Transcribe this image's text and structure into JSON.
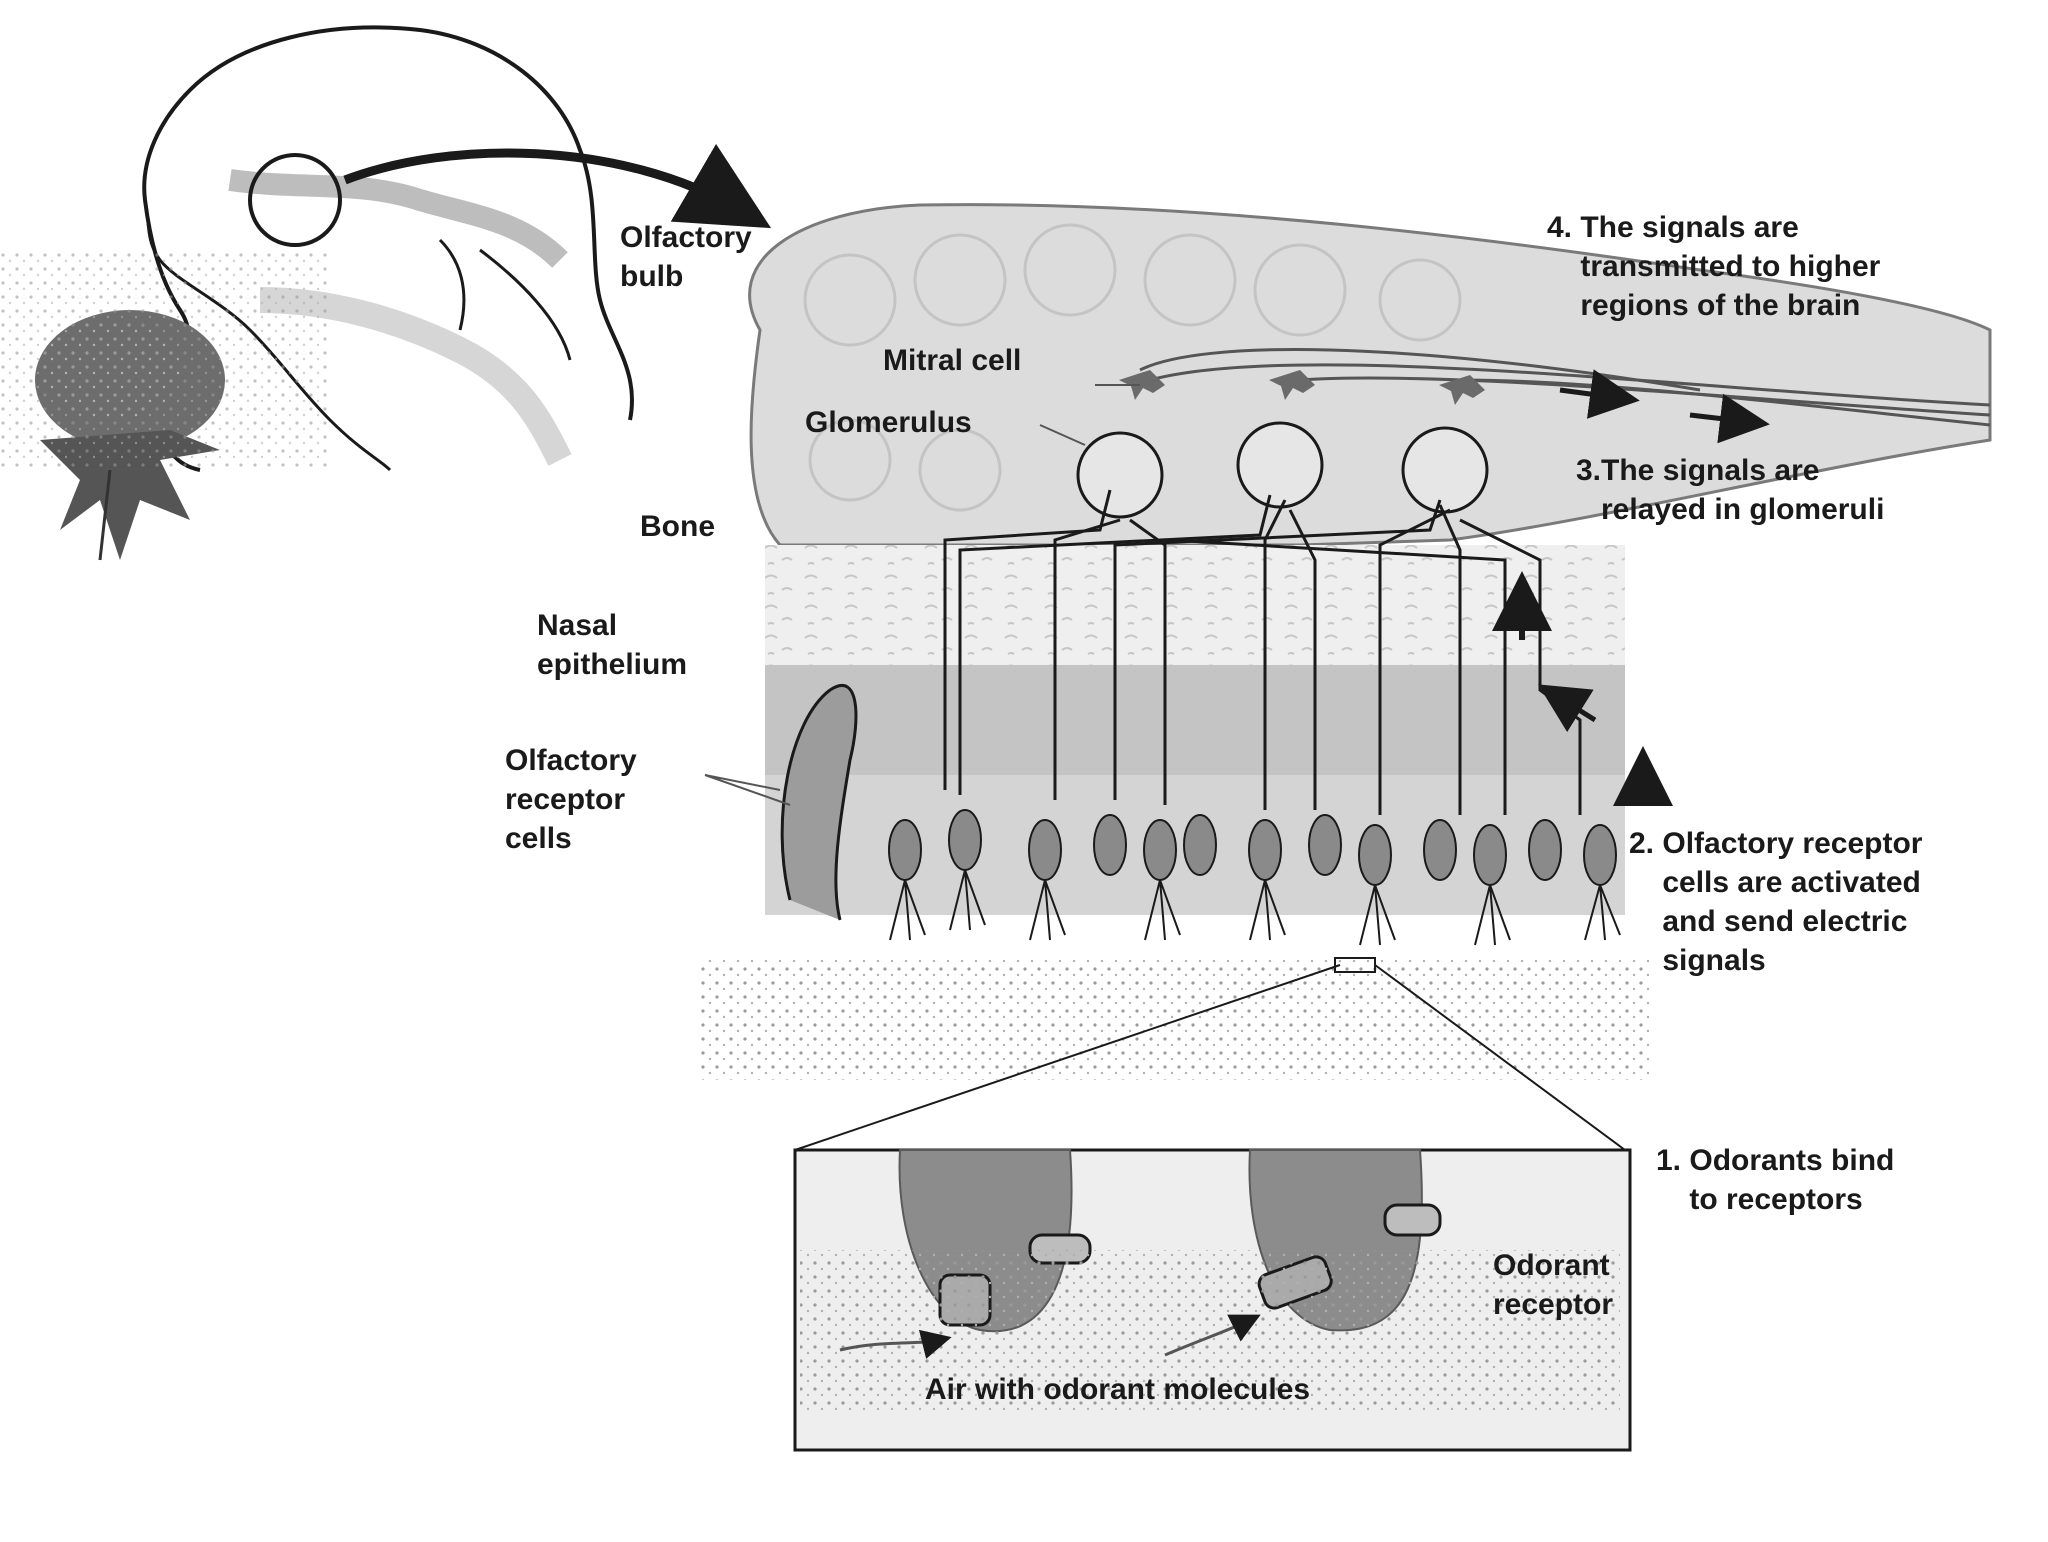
{
  "labels": {
    "olfactory_bulb": "Olfactory\nbulb",
    "mitral_cell": "Mitral cell",
    "glomerulus": "Glomerulus",
    "bone": "Bone",
    "nasal_epithelium": "Nasal\nepithelium",
    "olfactory_receptor_cells": "Olfactory\nreceptor\ncells",
    "odorant_receptor": "Odorant\nreceptor",
    "air_with_odorant_molecules": "Air with odorant molecules"
  },
  "steps": {
    "step1": "1. Odorants bind\n    to receptors",
    "step2": "2. Olfactory receptor\n    cells are activated\n    and send electric\n    signals",
    "step3": "3.The signals are\n   relayed in glomeruli",
    "step4": "4. The signals are\n    transmitted to higher\n    regions of the brain"
  },
  "colors": {
    "ink": "#1a1a1a",
    "bulb_fill": "#dcdcdc",
    "bone_fill": "#ececec",
    "epithelium_fill": "#c8c8c8",
    "cell_fill": "#8a8a8a",
    "inset_fill": "#eeeeee"
  }
}
